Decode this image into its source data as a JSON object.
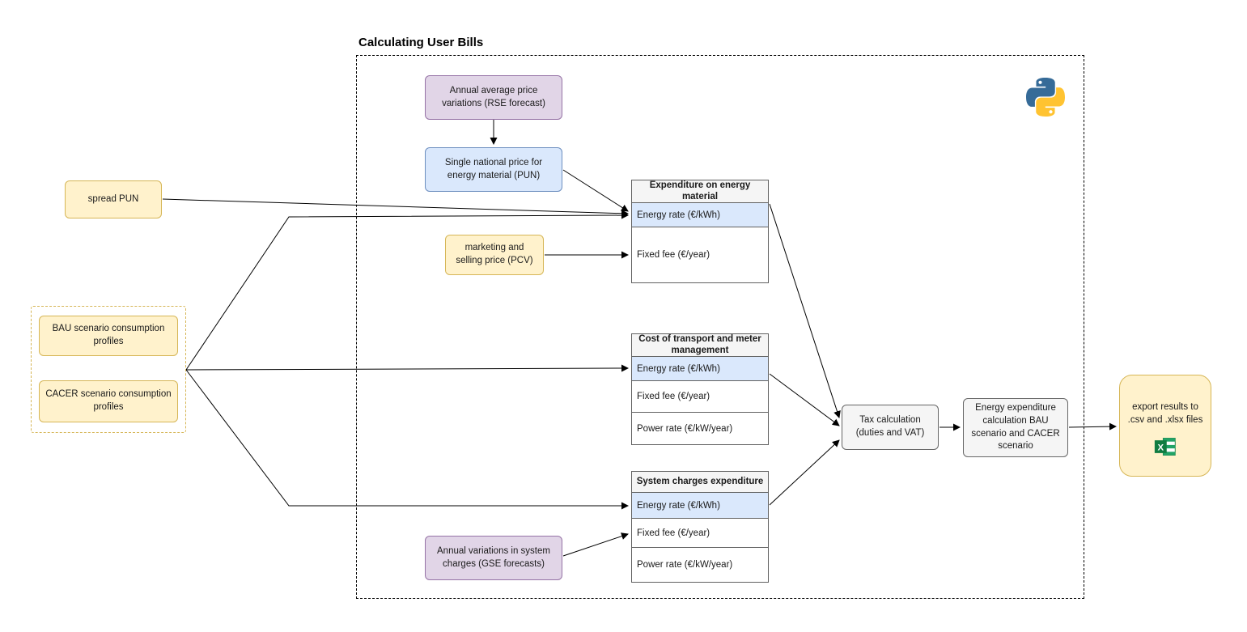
{
  "diagram": {
    "title": "Calculating User Bills"
  },
  "nodes": {
    "rse": {
      "label": "Annual average price variations (RSE forecast)"
    },
    "pun": {
      "label": "Single national price for energy material (PUN)"
    },
    "spread_pun": {
      "label": "spread PUN"
    },
    "pcv": {
      "label": "marketing and selling price (PCV)"
    },
    "bau": {
      "label": "BAU scenario consumption profiles"
    },
    "cacer": {
      "label": "CACER scenario consumption profiles"
    },
    "gse": {
      "label": "Annual variations in system charges (GSE forecasts)"
    },
    "tax": {
      "label": "Tax calculation (duties and VAT)"
    },
    "energy_exp": {
      "label": "Energy expenditure calculation BAU scenario and CACER scenario"
    },
    "export": {
      "label": "export results to .csv and .xlsx files"
    }
  },
  "tables": [
    {
      "title": "Expenditure on energy material",
      "rows": [
        {
          "label": "Energy rate (€/kWh)",
          "highlight": true
        },
        {
          "label": "Fixed fee (€/year)",
          "highlight": false
        }
      ]
    },
    {
      "title": "Cost of transport and meter management",
      "rows": [
        {
          "label": "Energy rate (€/kWh)",
          "highlight": true
        },
        {
          "label": "Fixed fee (€/year)",
          "highlight": false
        },
        {
          "label": "Power rate (€/kW/year)",
          "highlight": false
        }
      ]
    },
    {
      "title": "System charges expenditure",
      "rows": [
        {
          "label": "Energy rate (€/kWh)",
          "highlight": true
        },
        {
          "label": "Fixed fee (€/year)",
          "highlight": false
        },
        {
          "label": "Power rate (€/kW/year)",
          "highlight": false
        }
      ]
    }
  ],
  "icons": {
    "python_logo": "python-logo",
    "excel": "excel-icon"
  },
  "colors": {
    "purple_fill": "#E1D5E7",
    "purple_border": "#9673A6",
    "blue_fill": "#DAE8FC",
    "blue_border": "#6C8EBF",
    "yellow_fill": "#FFF2CC",
    "yellow_border": "#D6B656",
    "gray_fill": "#F5F5F5",
    "gray_border": "#666666",
    "highlight_row_fill": "#DAE8FC",
    "excel_green": "#107C41",
    "python_blue": "#366B98",
    "python_yellow": "#FFC331"
  }
}
